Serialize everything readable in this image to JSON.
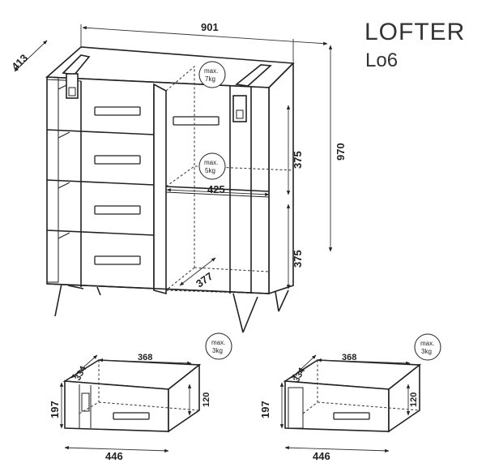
{
  "title": {
    "name": "LOFTER",
    "code": "Lo6"
  },
  "overall": {
    "width": "901",
    "depth": "413",
    "height": "970"
  },
  "interior": {
    "shelf_width": "425",
    "shelf_depth": "377",
    "compartment_upper": "375",
    "compartment_lower": "375"
  },
  "load_badges": {
    "top": {
      "line1": "max.",
      "line2": "7kg"
    },
    "shelf": {
      "line1": "max.",
      "line2": "5kg"
    },
    "drawer_left": {
      "line1": "max.",
      "line2": "3kg"
    },
    "drawer_right": {
      "line1": "max.",
      "line2": "3kg"
    }
  },
  "drawer_left": {
    "inner_width": "368",
    "depth": "334",
    "front_width": "446",
    "front_height": "197",
    "inner_height": "120"
  },
  "drawer_right": {
    "inner_width": "368",
    "depth": "334",
    "front_width": "446",
    "front_height": "197",
    "inner_height": "120"
  }
}
